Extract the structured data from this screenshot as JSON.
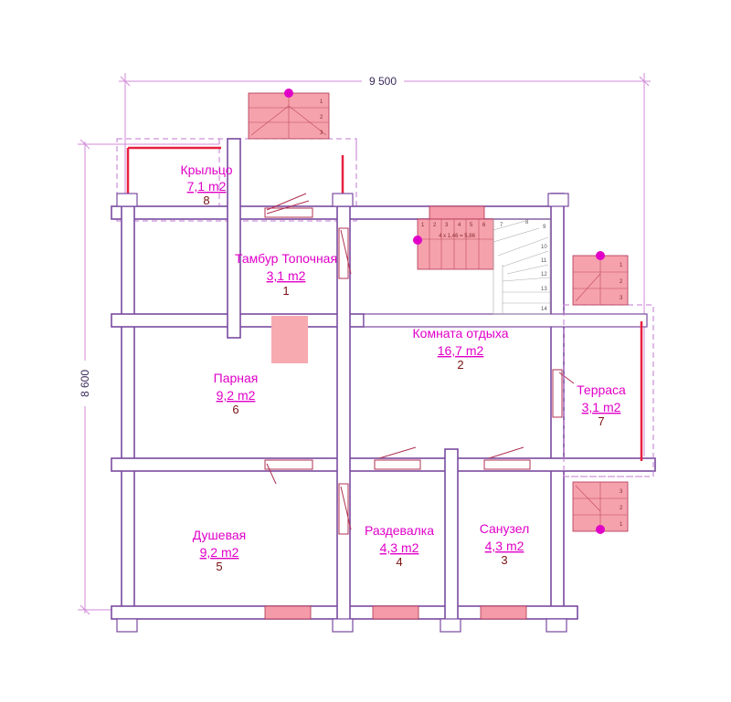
{
  "dimensions": {
    "width": "9 500",
    "height": "8 600"
  },
  "rooms": {
    "porch": {
      "name": "Крыльцо",
      "area": "7,1 m2",
      "number": "8"
    },
    "vestibule": {
      "name": "Тамбур Топочная",
      "area": "3,1 m2",
      "number": "1"
    },
    "lounge": {
      "name": "Комната отдыха",
      "area": "16,7 m2",
      "number": "2"
    },
    "steam": {
      "name": "Парная",
      "area": "9,2 m2",
      "number": "6"
    },
    "terrace": {
      "name": "Терраса",
      "area": "3,1 m2",
      "number": "7"
    },
    "shower": {
      "name": "Душевая",
      "area": "9,2 m2",
      "number": "5"
    },
    "changing": {
      "name": "Раздевалка",
      "area": "4,3 m2",
      "number": "4"
    },
    "bathroom": {
      "name": "Санузел",
      "area": "4,3 m2",
      "number": "3"
    }
  },
  "stairs": {
    "main_label": "4 x 1,46 = 5,86",
    "steps_a": [
      "1",
      "2",
      "3",
      "4",
      "5",
      "6"
    ],
    "steps_b": [
      "7",
      "8",
      "9",
      "10",
      "11",
      "12",
      "13",
      "14"
    ],
    "porch_steps": [
      "1",
      "2",
      "3"
    ],
    "terrace_top_steps": [
      "1",
      "2",
      "3"
    ],
    "terrace_bottom_steps": [
      "1",
      "2",
      "3"
    ]
  },
  "colors": {
    "wall": "#7a4aa0",
    "label": "#e000c8",
    "number": "#7a1010",
    "accent_pink": "#f5a2ad",
    "accent_red": "#e82040"
  }
}
